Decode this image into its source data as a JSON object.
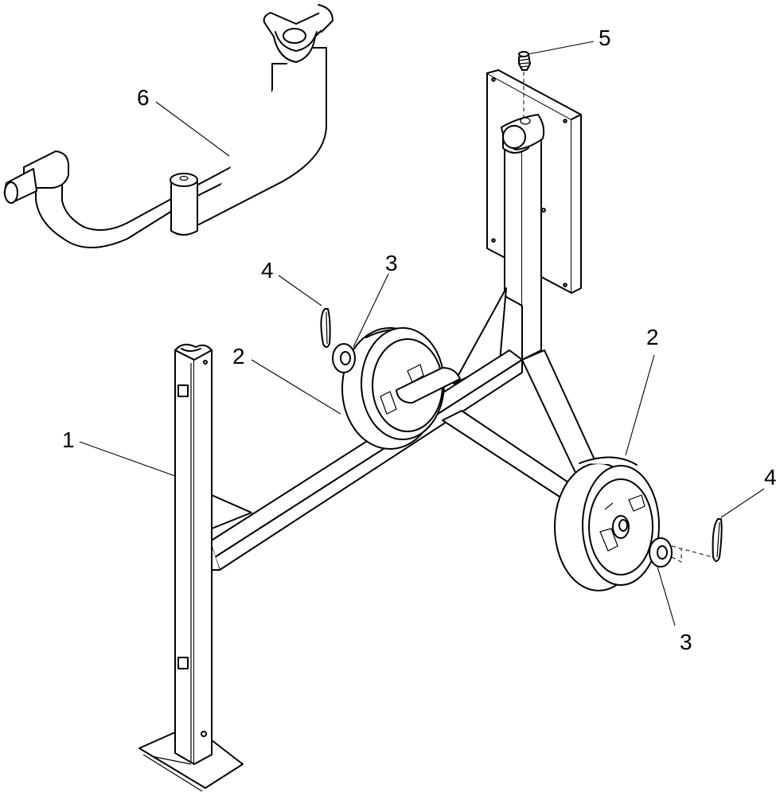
{
  "callouts": {
    "c1": "1",
    "c2_left": "2",
    "c2_right": "2",
    "c3_left": "3",
    "c3_right": "3",
    "c4_left": "4",
    "c4_right": "4",
    "c5": "5",
    "c6": "6"
  },
  "parts": [
    {
      "label": "1",
      "name": "cart-frame"
    },
    {
      "label": "2",
      "name": "wheel"
    },
    {
      "label": "3",
      "name": "washer"
    },
    {
      "label": "4",
      "name": "cotter-pin"
    },
    {
      "label": "5",
      "name": "grease-fitting"
    },
    {
      "label": "6",
      "name": "u-shaped-tube-handle"
    }
  ]
}
